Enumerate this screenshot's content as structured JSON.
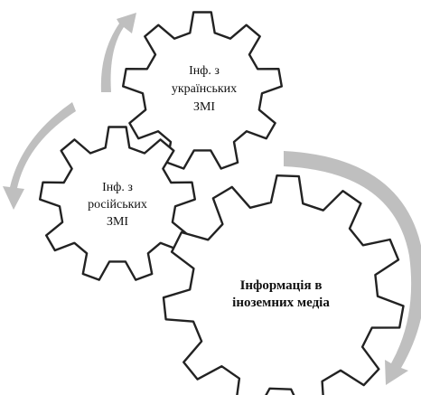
{
  "diagram": {
    "gears": [
      {
        "id": "ukrainian",
        "label_lines": [
          "Інф. з",
          "українських",
          "ЗМІ"
        ]
      },
      {
        "id": "russian",
        "label_lines": [
          "Інф. з",
          "російських",
          "ЗМІ"
        ]
      },
      {
        "id": "foreign",
        "label_lines": [
          "Інформація в",
          "іноземних медіа"
        ]
      }
    ],
    "colors": {
      "gear_fill": "#ffffff",
      "gear_outline": "#222222",
      "arrow": "#bfbfbf",
      "text": "#111111"
    }
  }
}
